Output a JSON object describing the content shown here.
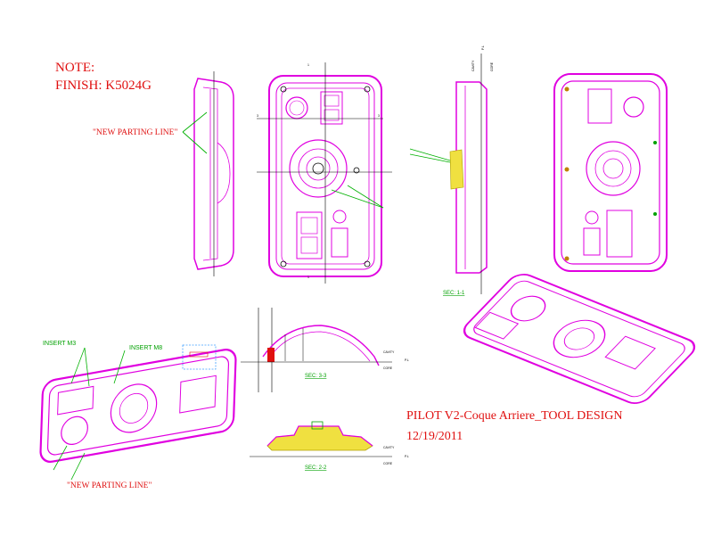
{
  "note": {
    "line1": "NOTE:",
    "line2": "FINISH: K5024G"
  },
  "callouts": {
    "parting_line_top": "\"NEW PARTING LINE\"",
    "parting_line_bottom": "\"NEW PARTING LINE\"",
    "insert_m3": "INSERT M3",
    "insert_m8": "INSERT M8"
  },
  "sections": {
    "sec_1": "SEC: 1-1",
    "sec_2": "SEC: 2-2",
    "sec_3": "SEC: 3-3"
  },
  "axis_labels": {
    "cavity": "CAVITY",
    "core": "CORE",
    "pl": "P.L"
  },
  "title_block": {
    "title": "PILOT V2-Coque Arriere_TOOL DESIGN",
    "date": "12/19/2011"
  },
  "colors": {
    "part_lines": "#e000e0",
    "annotation_red": "#e01010",
    "leader_green": "#00b000",
    "centerline": "#000000",
    "section_yellow": "#f0e040"
  }
}
